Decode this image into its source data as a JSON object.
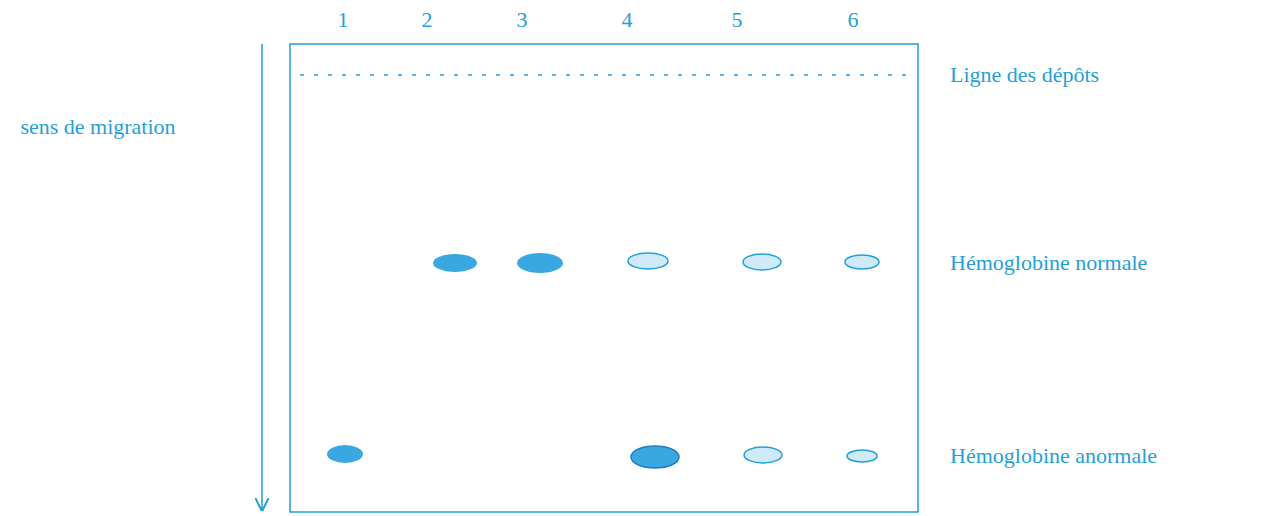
{
  "diagram": {
    "labels": [
      "1",
      "2",
      "3",
      "4",
      "5",
      "6",
      "Ligne des dépôts",
      "sens de migration",
      "Hémoglobine normale",
      "Hémoglobine anormale"
    ]
  }
}
